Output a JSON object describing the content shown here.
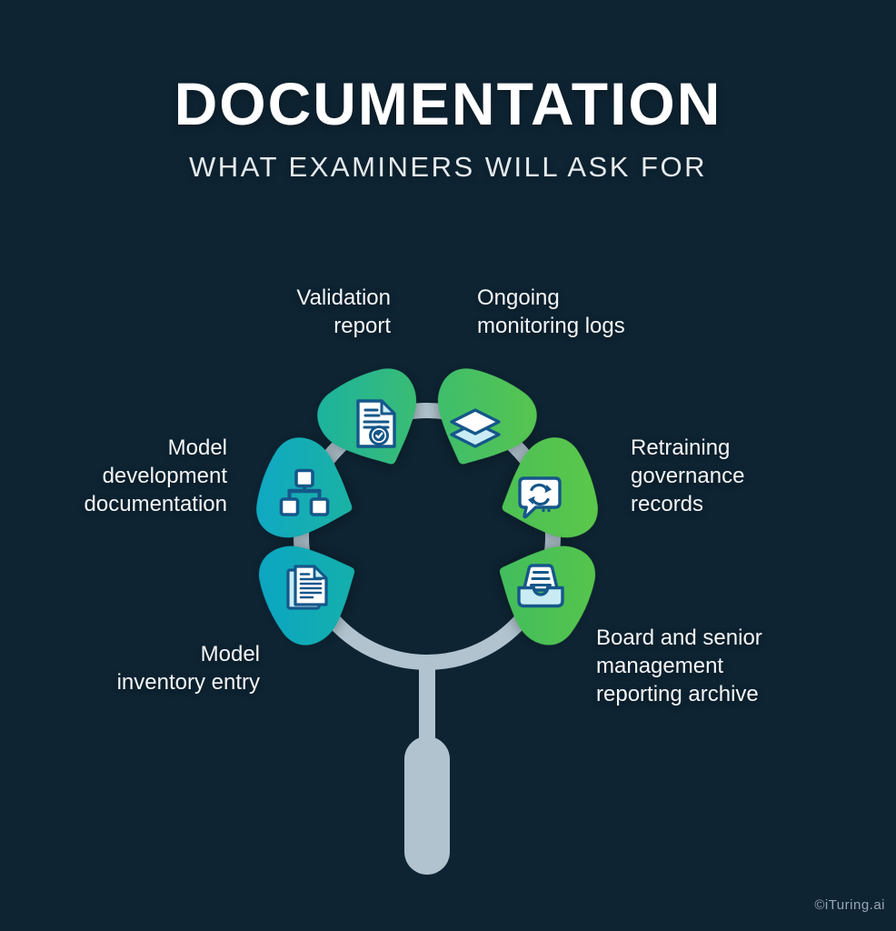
{
  "header": {
    "title": "DOCUMENTATION",
    "subtitle": "WHAT EXAMINERS WILL ASK FOR"
  },
  "footer": {
    "watermark": "©iTuring.ai"
  },
  "colors": {
    "background": "#0e2433",
    "ring": "#b0c3ce",
    "teal": "#10a9c2",
    "green": "#55c44e",
    "icon_stroke": "#15578a",
    "icon_accent": "#c9ecf4",
    "text": "#f3f6f8"
  },
  "diagram": {
    "type": "magnifying-glass-ring",
    "items": [
      {
        "id": "validation-report",
        "position": "top-left",
        "icon": "document-check-icon",
        "label": "Validation\nreport"
      },
      {
        "id": "ongoing-monitoring-logs",
        "position": "top-right",
        "icon": "layers-icon",
        "label": "Ongoing\nmonitoring logs"
      },
      {
        "id": "retraining-governance-records",
        "position": "right",
        "icon": "chat-sync-icon",
        "label": "Retraining\ngovernance\nrecords"
      },
      {
        "id": "board-and-senior-management-reporting-archive",
        "position": "bottom-right",
        "icon": "archive-tray-icon",
        "label": "Board and senior\nmanagement\nreporting archive"
      },
      {
        "id": "model-inventory-entry",
        "position": "bottom-left",
        "icon": "documents-stack-icon",
        "label": "Model\ninventory entry"
      },
      {
        "id": "model-development-documentation",
        "position": "left",
        "icon": "flowchart-icon",
        "label": "Model\ndevelopment\ndocumentation"
      }
    ]
  }
}
